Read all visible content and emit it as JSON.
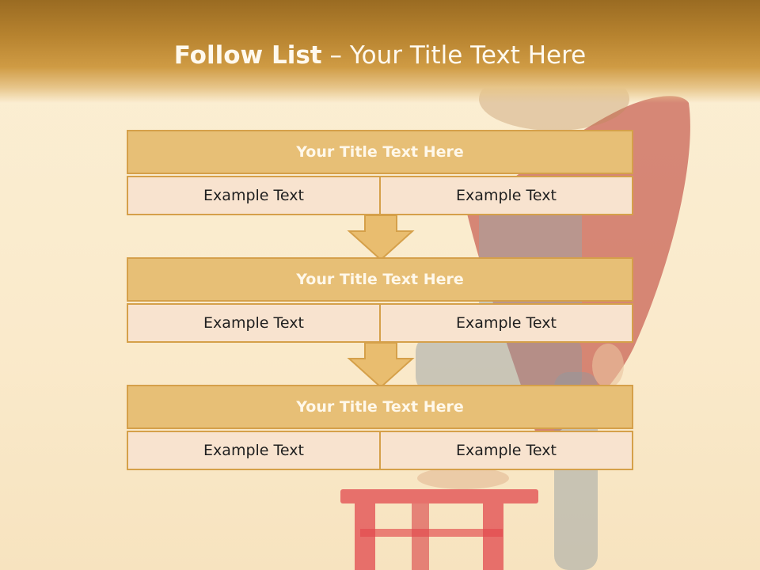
{
  "slide": {
    "title_bold": "Follow List",
    "title_rest": " – Your Title Text Here"
  },
  "steps": [
    {
      "title": "Your Title Text Here",
      "cells": [
        "Example Text",
        "Example Text"
      ]
    },
    {
      "title": "Your Title Text Here",
      "cells": [
        "Example Text",
        "Example Text"
      ]
    },
    {
      "title": "Your Title Text Here",
      "cells": [
        "Example Text",
        "Example Text"
      ]
    }
  ],
  "colors": {
    "header_gradient_top": "#9a6b22",
    "block_title_fill": "#e7bf76",
    "block_border": "#d5a04a",
    "cell_fill": "#f8e3cf",
    "arrow_fill": "#e9bd6f"
  },
  "background": {
    "image_description_icon": "child-superhero-on-stool-image"
  }
}
